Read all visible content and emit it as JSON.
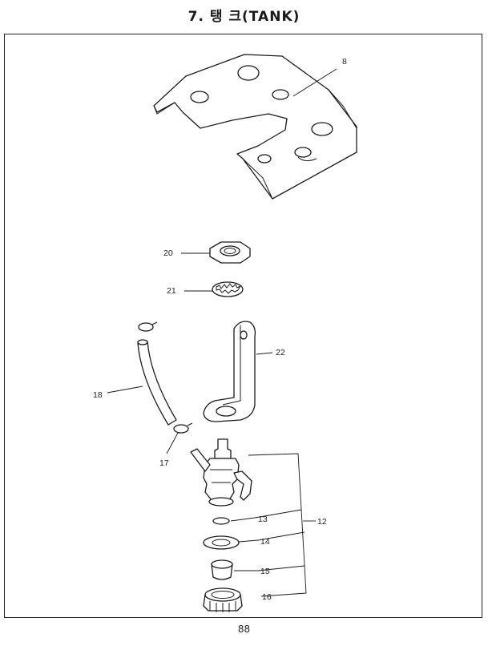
{
  "page": {
    "title": "7. 탱 크(TANK)",
    "page_number": "88"
  },
  "callouts": {
    "bracket_plate": "8",
    "nut": "20",
    "lock_washer": "21",
    "bracket": "22",
    "hose": "18",
    "hose_clip": "17",
    "fuel_cock_assembly": "12",
    "ring": "13",
    "washer": "14",
    "strainer_cup": "15",
    "ring_nut": "16"
  }
}
